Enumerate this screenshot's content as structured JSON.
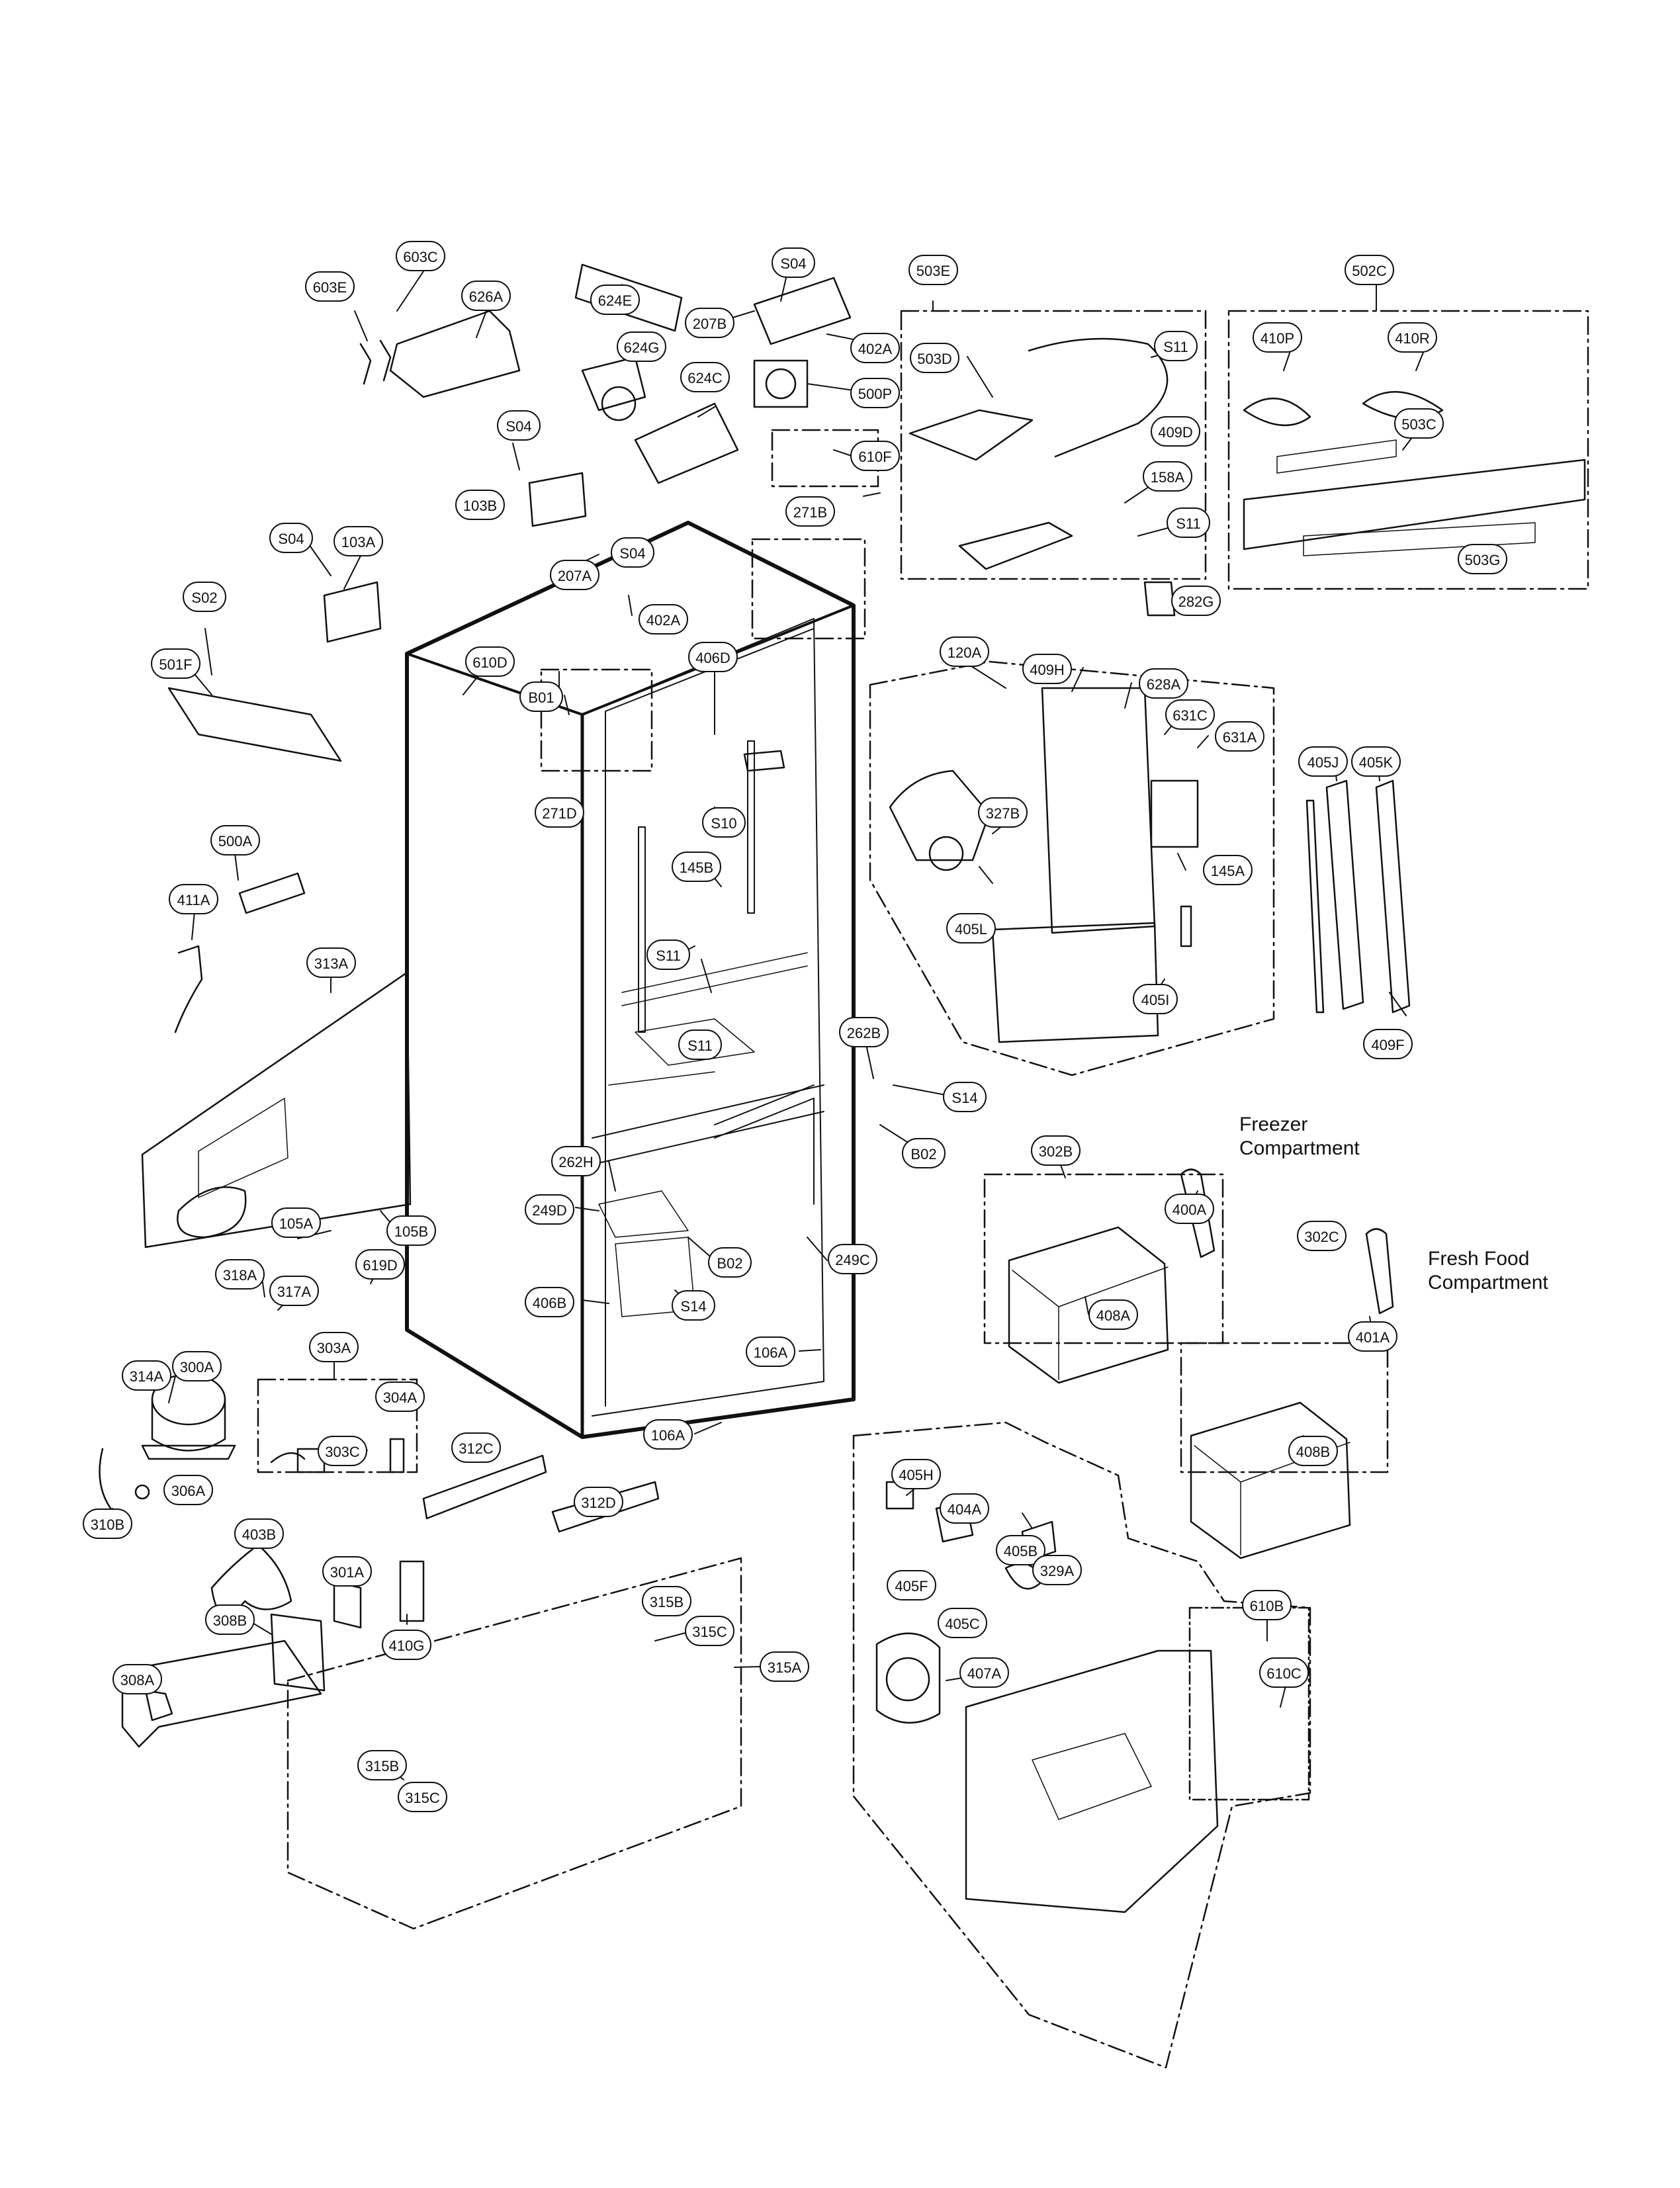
{
  "labels": {
    "p603E": "603E",
    "p603C": "603C",
    "p626A": "626A",
    "p624E": "624E",
    "p624G": "624G",
    "p624C": "624C",
    "pS04a": "S04",
    "p207B": "207B",
    "p402A": "402A",
    "p500P": "500P",
    "p610F": "610F",
    "pS04b": "S04",
    "p103B": "103B",
    "p271B": "271B",
    "p503E": "503E",
    "p503D": "503D",
    "pS11a": "S11",
    "p409D": "409D",
    "p158A": "158A",
    "pS11b": "S11",
    "p502C": "502C",
    "p410P": "410P",
    "p410R": "410R",
    "p503C": "503C",
    "p503G": "503G",
    "p282G": "282G",
    "pS04c": "S04",
    "p103A": "103A",
    "pS04d": "S04",
    "p207A": "207A",
    "p402Ab": "402A",
    "pS02": "S02",
    "p610D": "610D",
    "p406D": "406D",
    "pB01": "B01",
    "p501F": "501F",
    "p271D": "271D",
    "pS10": "S10",
    "p145B": "145B",
    "p500A": "500A",
    "p411A": "411A",
    "p313A": "313A",
    "pS11c": "S11",
    "pS11d": "S11",
    "p120A": "120A",
    "p409H": "409H",
    "p628A": "628A",
    "p631C": "631C",
    "p631A": "631A",
    "p327B": "327B",
    "p405L": "405L",
    "p145A": "145A",
    "p405I": "405I",
    "p405J": "405J",
    "p405K": "405K",
    "p409F": "409F",
    "p262B": "262B",
    "pS14a": "S14",
    "pB02a": "B02",
    "p262H": "262H",
    "p249D": "249D",
    "pB02b": "B02",
    "p249C": "249C",
    "pS14b": "S14",
    "p406B": "406B",
    "p105A": "105A",
    "p105B": "105B",
    "p318A": "318A",
    "p317A": "317A",
    "p619D": "619D",
    "p303A": "303A",
    "p314A": "314A",
    "p300A": "300A",
    "p304A": "304A",
    "p303C": "303C",
    "p306A": "306A",
    "p310B": "310B",
    "p312C": "312C",
    "p106Aa": "106A",
    "p106Ab": "106A",
    "p312D": "312D",
    "p403B": "403B",
    "p301A": "301A",
    "p308B": "308B",
    "p410G": "410G",
    "p308A": "308A",
    "p315B": "315B",
    "p315C": "315C",
    "p315A": "315A",
    "p315Bb": "315B",
    "p315Cb": "315C",
    "p302B": "302B",
    "p400A": "400A",
    "p408A": "408A",
    "p302C": "302C",
    "p401A": "401A",
    "p408B": "408B",
    "p405H": "405H",
    "p404A": "404A",
    "p405B": "405B",
    "p405F": "405F",
    "p329A": "329A",
    "p405C": "405C",
    "p407A": "407A",
    "p610B": "610B",
    "p610C": "610C"
  },
  "captions": {
    "freezer_line1": "Freezer",
    "freezer_line2": "Compartment",
    "fresh_line1": "Fresh Food",
    "fresh_line2": "Compartment"
  }
}
